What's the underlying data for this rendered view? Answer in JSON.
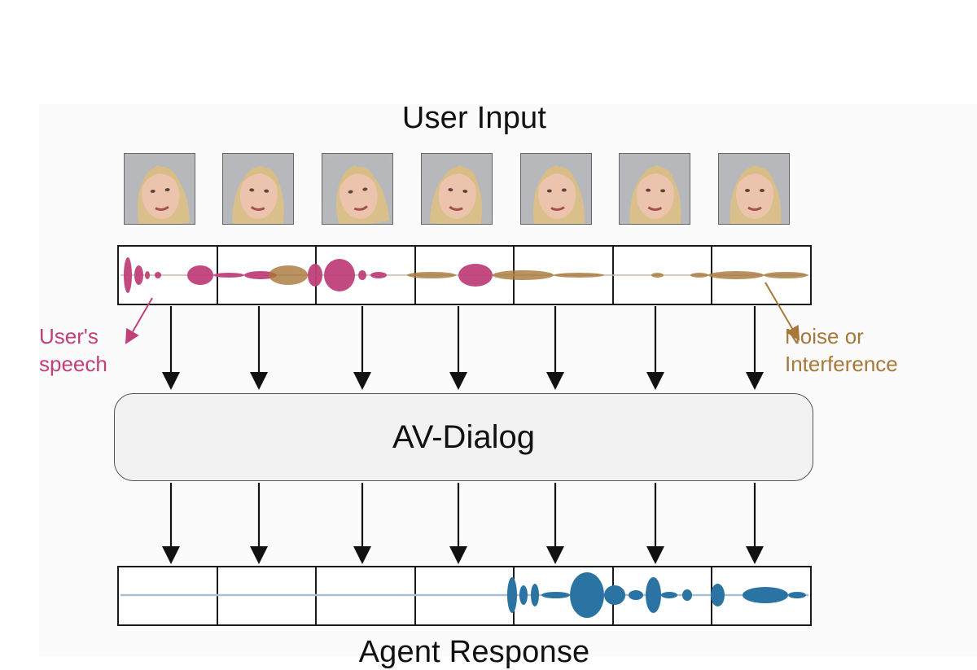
{
  "titles": {
    "input": "User Input",
    "output": "Agent Response"
  },
  "model": {
    "label": "AV-Dialog"
  },
  "annotations": {
    "speech": [
      "User's",
      "speech"
    ],
    "noise": [
      "Noise or",
      "Interference"
    ]
  },
  "frames": [
    "face-frame-1",
    "face-frame-2",
    "face-frame-3",
    "face-frame-4",
    "face-frame-5",
    "face-frame-6",
    "face-frame-7"
  ],
  "colors": {
    "speech": "#c0407a",
    "noise": "#a8773a",
    "response": "#2a73a3",
    "border": "#1a1a1a"
  }
}
